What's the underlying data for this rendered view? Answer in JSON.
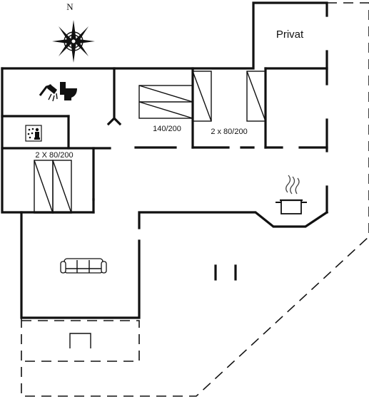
{
  "compass": {
    "north_label": "N"
  },
  "labels": {
    "privat": "Privat",
    "bed_double": "140/200",
    "bed_twin_right": "2 x 80/200",
    "bed_twin_left": "2 X 80/200"
  },
  "icons": {
    "compass": "compass-rose-icon",
    "shower": "shower-icon",
    "toilet": "toilet-icon",
    "sauna": "sauna-icon",
    "pot": "cooking-pot-icon",
    "sofa": "sofa-icon"
  }
}
